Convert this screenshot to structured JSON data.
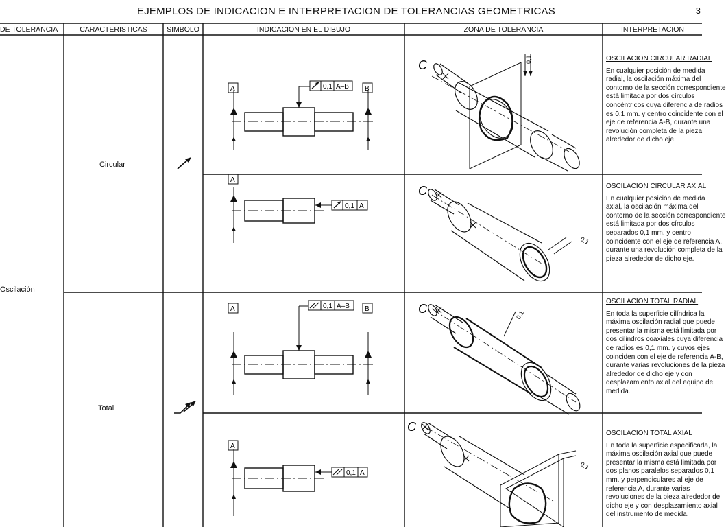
{
  "title": "EJEMPLOS DE INDICACION E INTERPRETACION DE TOLERANCIAS GEOMETRICAS",
  "page_number": "3",
  "headers": {
    "tipo": "DE TOLERANCIA",
    "caracteristicas": "CARACTERISTICAS",
    "simbolo": "SIMBOLO",
    "indicacion": "INDICACION EN EL DIBUJO",
    "zona": "ZONA DE TOLERANCIA",
    "interpretacion": "INTERPRETACION"
  },
  "tipo_label": "Oscilación",
  "groups": [
    {
      "caracteristica": "Circular",
      "symbol": "circular-runout-arrow"
    },
    {
      "caracteristica": "Total",
      "symbol": "total-runout-arrows"
    }
  ],
  "frames": {
    "circular_radial": {
      "value": "0,1",
      "datum": "A–B"
    },
    "circular_axial": {
      "value": "0,1",
      "datum": "A"
    },
    "total_radial": {
      "value": "0,1",
      "datum": "A–B"
    },
    "total_axial": {
      "value": "0,1",
      "datum": "A"
    }
  },
  "datum_labels": {
    "a": "A",
    "b": "B"
  },
  "zone_labels": {
    "c": "C",
    "tol": "0,1"
  },
  "rows": [
    {
      "title": "OSCILACION CIRCULAR RADIAL",
      "lines": [
        "En cualquier posición de medida",
        "radial, la oscilación máxima del",
        "contorno de la sección correspondiente",
        "está limitada por dos círculos",
        "concéntricos cuya diferencia de radios",
        "es 0,1 mm. y centro coincidente con el",
        "eje de referencia A-B, durante una",
        "revolución completa de la pieza",
        "alrededor de dicho eje."
      ]
    },
    {
      "title": "OSCILACION CIRCULAR AXIAL",
      "lines": [
        "En cualquier posición de medida",
        "axial, la oscilación máxima del",
        "contorno de la sección correspondiente",
        "está limitada por dos círculos",
        "separados 0,1 mm. y centro",
        "coincidente con el eje de referencia A,",
        "durante una revolución completa de la",
        "pieza alrededor de dicho eje."
      ]
    },
    {
      "title": "OSCILACION TOTAL RADIAL",
      "lines": [
        "En toda la superficie cilíndrica la",
        "máxima oscilación radial que puede",
        "presentar la misma está limitada por",
        "dos cilindros coaxiales cuya diferencia",
        "de radios es 0,1 mm. y cuyos ejes",
        "coinciden con el eje de referencia A-B,",
        "durante varias revoluciones de la pieza",
        "alrededor de dicho eje y con",
        "desplazamiento axial del equipo de",
        "medida."
      ]
    },
    {
      "title": "OSCILACION TOTAL AXIAL",
      "lines": [
        "En toda la superficie especificada, la",
        "máxima oscilación axial que puede",
        "presentar la misma está limitada por",
        "dos planos paralelos separados 0,1",
        "mm. y perpendiculares al eje de",
        "referencia A, durante varias",
        "revoluciones de la pieza alrededor de",
        "dicho eje y con desplazamiento axial",
        "del instrumento de medida."
      ]
    }
  ],
  "colors": {
    "ink": "#111111",
    "background": "#ffffff"
  }
}
